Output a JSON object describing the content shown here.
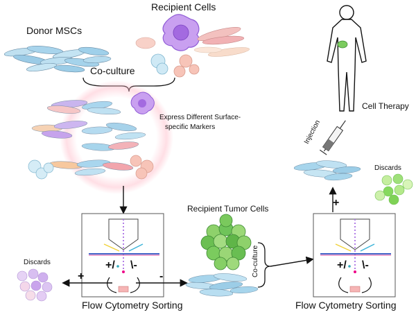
{
  "labels": {
    "donor_mscs": "Donor MSCs",
    "recipient_cells": "Recipient Cells",
    "co_culture_top": "Co-culture",
    "express_markers_line1": "Express Different Surface-",
    "express_markers_line2": "specific Markers",
    "cell_therapy": "Cell Therapy",
    "injection": "Injection",
    "discards_right": "Discards",
    "discards_left": "Discards",
    "recipient_tumor_cells": "Recipient Tumor Cells",
    "co_culture_vertical": "Co-culture",
    "flow_sorting_left": "Flow Cytometry Sorting",
    "flow_sorting_right": "Flow Cytometry Sorting"
  },
  "signs": {
    "plus": "+",
    "minus": "-",
    "plus_slash": "+/",
    "backslash_minus": "\\-"
  },
  "colors": {
    "msc_blue": "#8ec9e6",
    "msc_purple": "#c7a6e8",
    "msc_orange": "#f3c39a",
    "msc_pink": "#f2a3a8",
    "recipient_purple": "#b27ee6",
    "recipient_pink": "#f6b7b0",
    "tumor_green": "#6fc45a",
    "discard_green": "#9fe07a",
    "discard_purple": "#c9a6ec",
    "glow_pink": "#ffb7c5"
  }
}
